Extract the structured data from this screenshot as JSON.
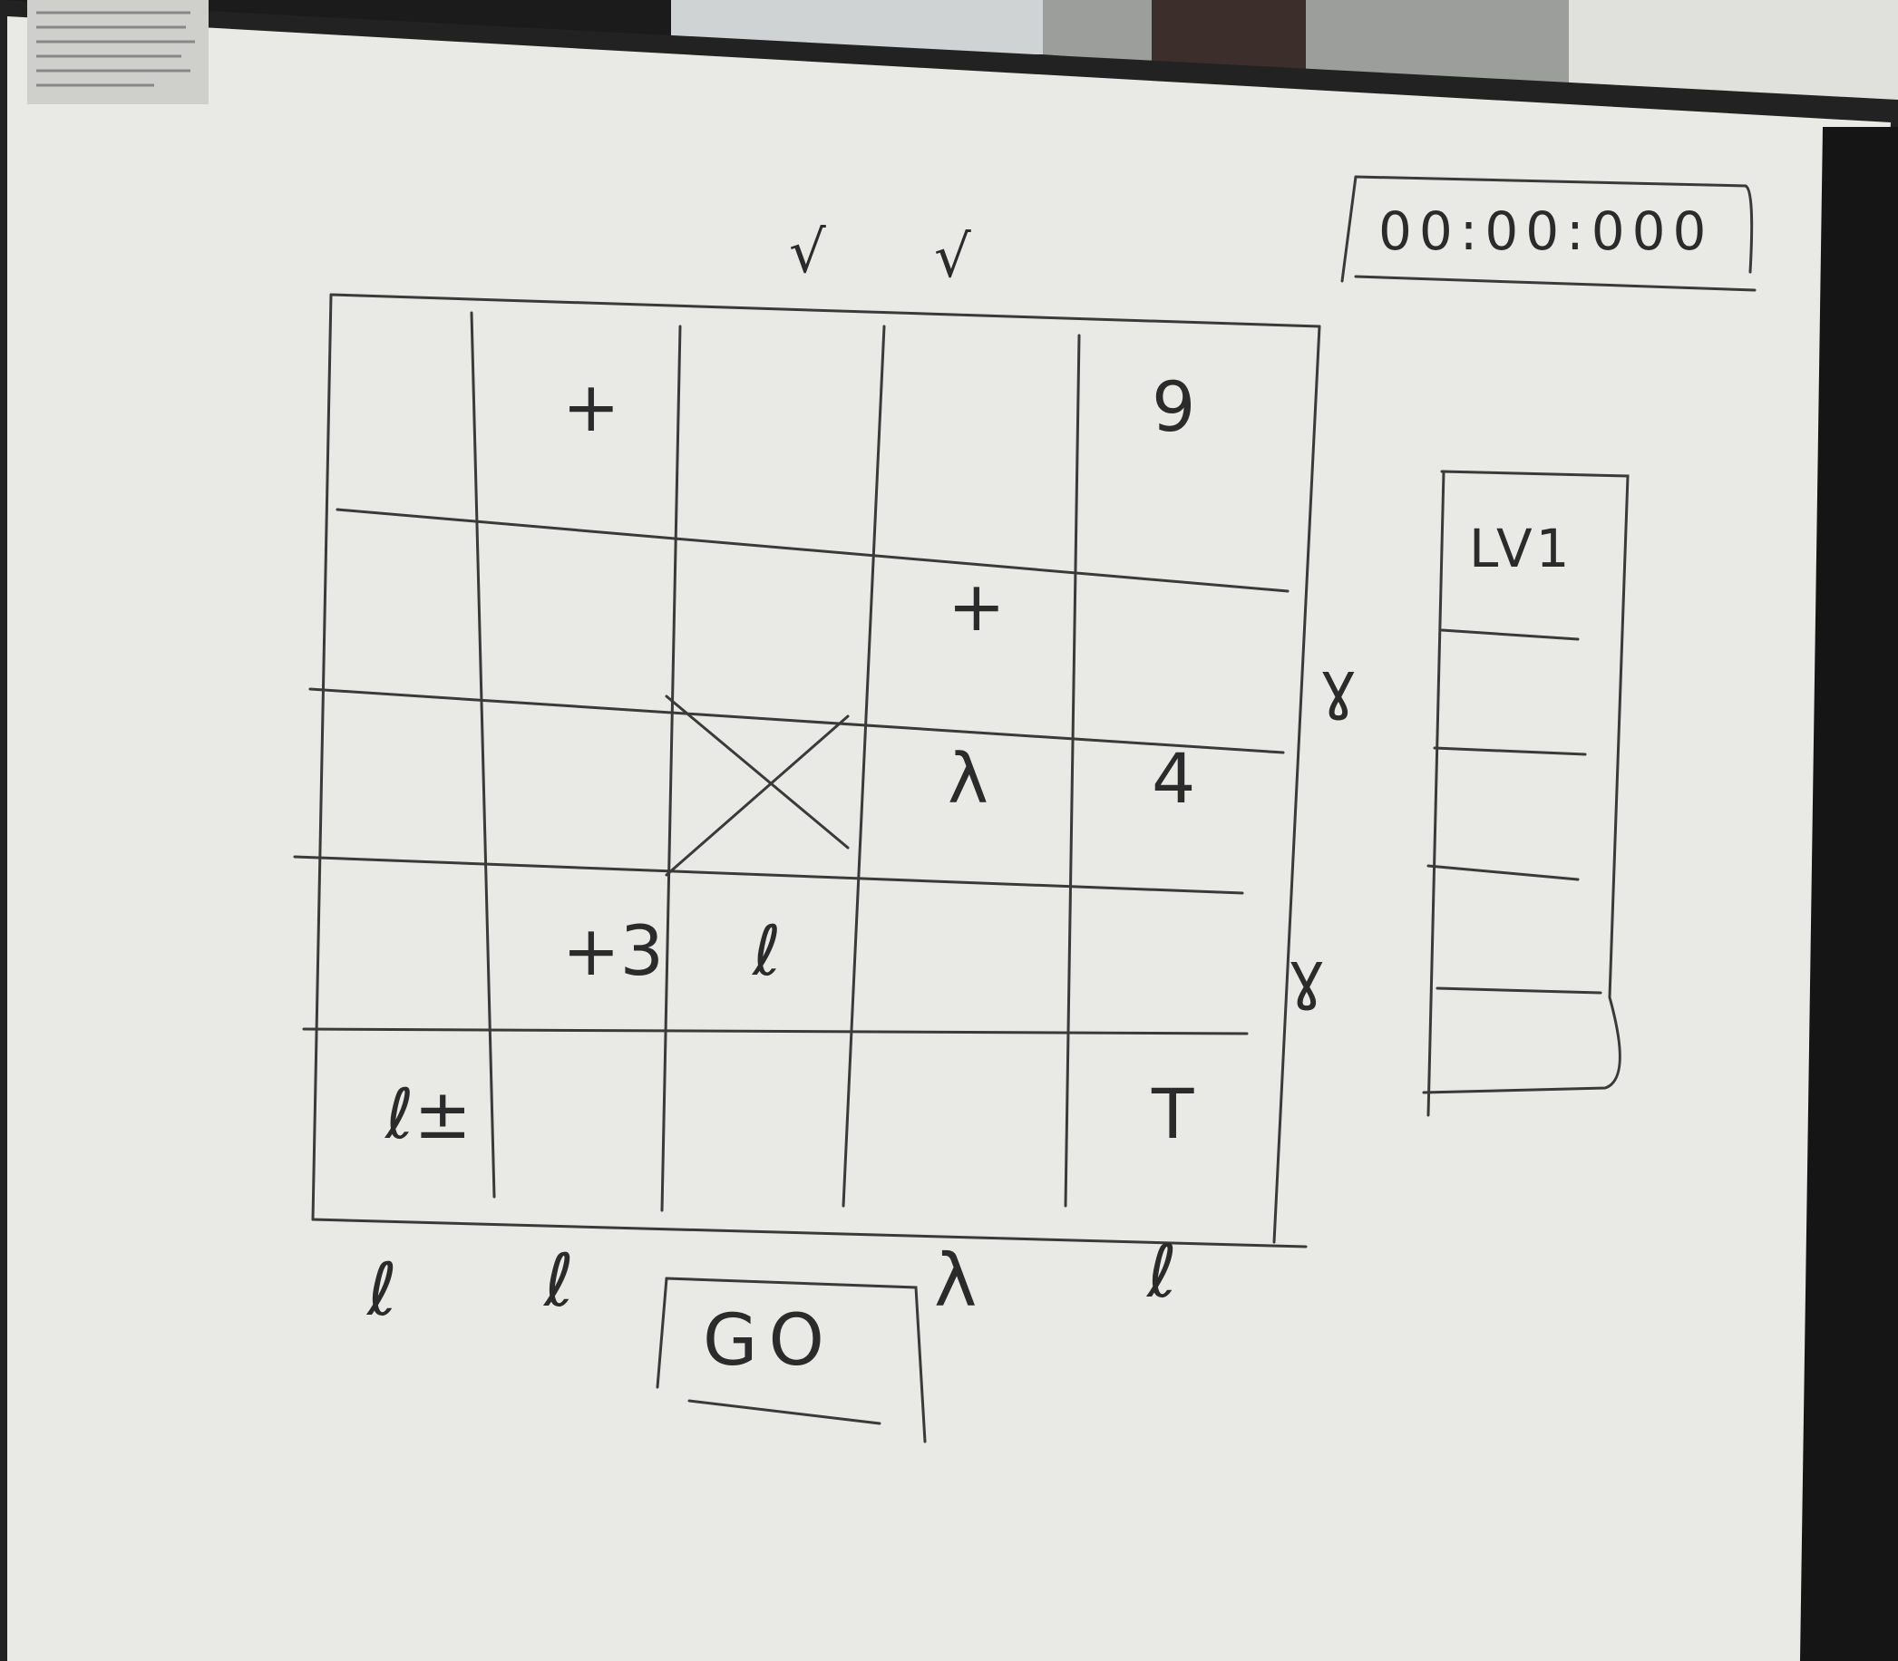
{
  "photo": {
    "subject": "whiteboard-sketch",
    "ink_color": "#2b2b2b",
    "board_color": "#e9eae6",
    "frame_color": "#1e1e1e"
  },
  "timer": {
    "value": "00:00:000"
  },
  "go_button": {
    "label": "GO"
  },
  "level_panel": {
    "label": "LV1",
    "slot_count": 5
  },
  "grid": {
    "rows": 5,
    "cols": 5,
    "crossed_cell": {
      "row": 3,
      "col": 3
    },
    "cells": [
      {
        "row": 1,
        "col": 2,
        "glyph": "+"
      },
      {
        "row": 1,
        "col": 5,
        "glyph": "9"
      },
      {
        "row": 2,
        "col": 4,
        "glyph": "+"
      },
      {
        "row": 3,
        "col": 4,
        "glyph": "λ"
      },
      {
        "row": 3,
        "col": 5,
        "glyph": "4"
      },
      {
        "row": 4,
        "col": 2,
        "glyph": "+3"
      },
      {
        "row": 4,
        "col": 3,
        "glyph": "ℓ"
      },
      {
        "row": 5,
        "col": 1,
        "glyph": "ℓ±"
      },
      {
        "row": 5,
        "col": 5,
        "glyph": "T"
      }
    ]
  },
  "top_marks": [
    "√",
    "√"
  ],
  "right_marks": [
    "ɣ",
    "ɣ"
  ],
  "bottom_marks": [
    "ℓ",
    "ℓ",
    "λ",
    "ℓ"
  ]
}
